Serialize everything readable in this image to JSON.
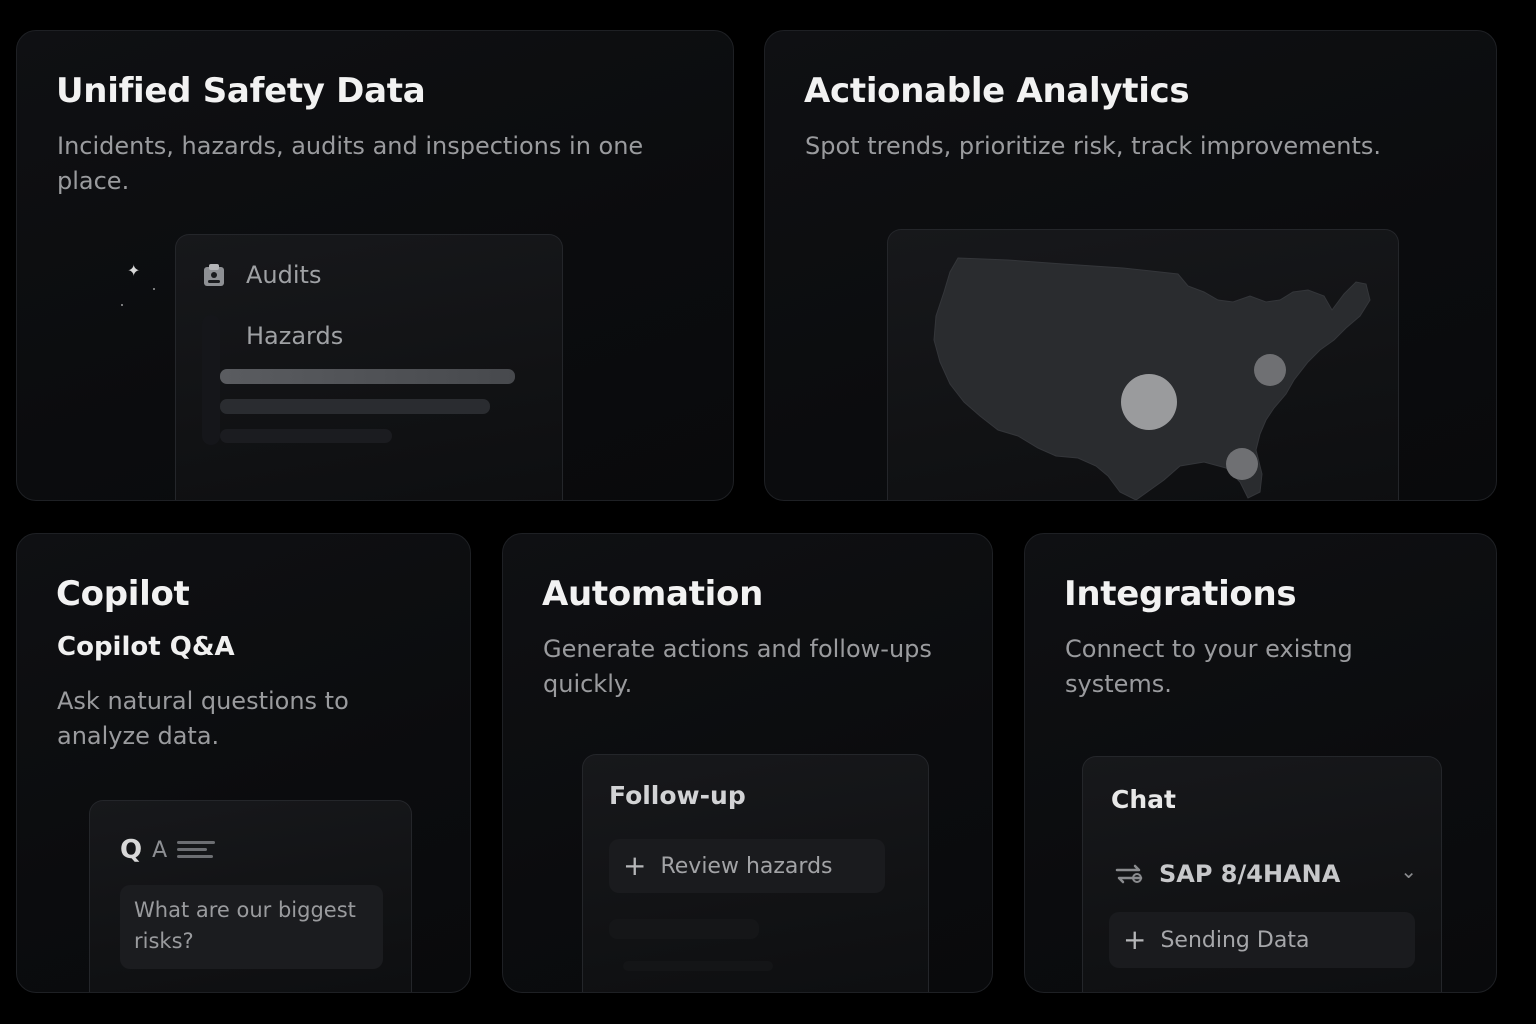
{
  "cards": {
    "unified": {
      "title": "Unified Safety Data",
      "subtitle": "Incidents, hazards, audits and inspections in one place.",
      "rows": [
        "Audits",
        "Hazards"
      ],
      "icons": [
        "clipboard-icon"
      ]
    },
    "analytics": {
      "title": "Actionable Analytics",
      "subtitle": "Spot trends, prioritize risk, track improvements.",
      "map": "us-map-icon"
    },
    "copilot": {
      "title": "Copilot",
      "heading": "Copilot Q&A",
      "subtitle": "Ask natural questions to analyze data.",
      "qa_q": "Q",
      "qa_a": "A",
      "question": "What are our biggest risks?"
    },
    "automation": {
      "title": "Automation",
      "subtitle": "Generate actions and follow-ups quickly.",
      "panel_title": "Follow-up",
      "action": "Review hazards"
    },
    "integrations": {
      "title": "Integrations",
      "subtitle": "Connect to your existng systems.",
      "panel_title": "Chat",
      "system": "SAP 8/4HANA",
      "action": "Sending Data"
    }
  },
  "colors": {
    "background": "#000000",
    "card": "#0d0e10",
    "accent_bubble": "#9a9b9d"
  }
}
